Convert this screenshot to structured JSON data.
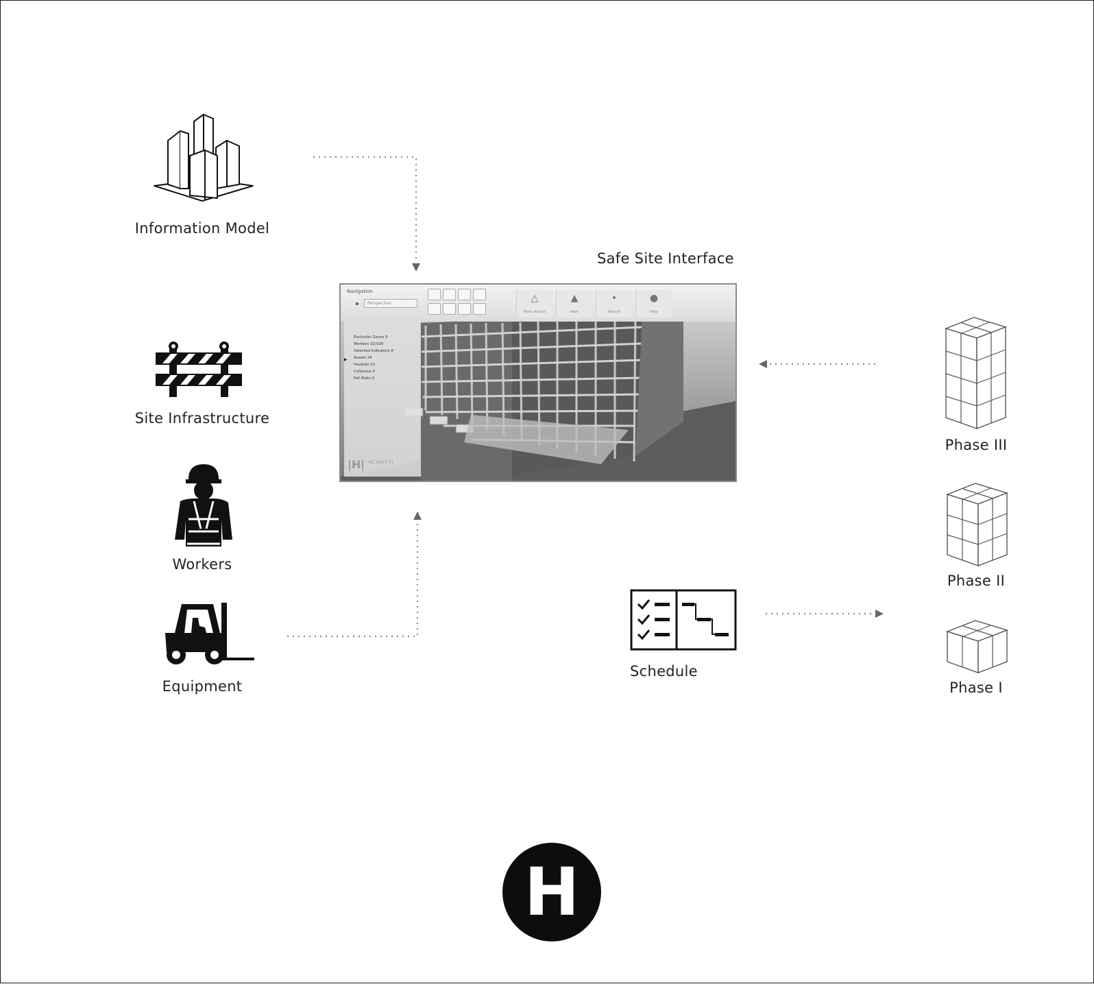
{
  "nodes": {
    "information_model": "Information Model",
    "site_infrastructure": "Site Infrastructure",
    "workers": "Workers",
    "equipment": "Equipment",
    "safe_site_interface": "Safe Site Interface",
    "schedule": "Schedule",
    "phase_3": "Phase III",
    "phase_2": "Phase II",
    "phase_1": "Phase I"
  },
  "interface_screenshot": {
    "navigation_title": "Navigation",
    "view_select": "Perspective",
    "actions": [
      "Place Hazard",
      "Alert",
      "Record",
      "Help"
    ],
    "side_items": [
      "Exclusion Zones 5",
      "Workers 32/100",
      "Selected Indicators 8",
      "Assets 24",
      "Hazards 10",
      "Cellacess 0",
      "Fall Risks 0"
    ],
    "brand": "HC SAFETY"
  },
  "logo": {
    "letter": "H"
  },
  "colors": {
    "ink": "#222222",
    "connector": "#777777",
    "logo_bg": "#0d0d0d"
  },
  "icons": [
    "buildings-icon",
    "barricade-icon",
    "worker-icon",
    "forklift-icon",
    "schedule-icon",
    "block-stack-icon"
  ]
}
